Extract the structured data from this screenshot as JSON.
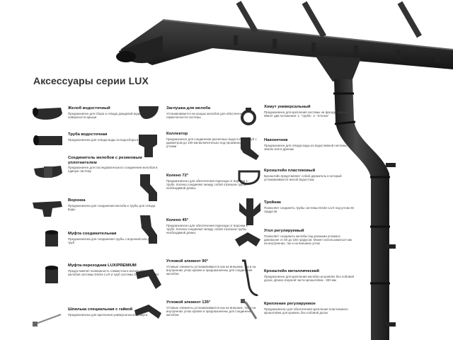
{
  "title": "Аксессуары серии LUX",
  "colors": {
    "product": "#2b2b2b",
    "highlight": "#555555",
    "text": "#222222"
  },
  "col1": [
    {
      "name": "Желоб водосточный",
      "desc": "Предназначен для сбора и отвода дождевой воды с поверхности крыши",
      "icon": "gutter-icon"
    },
    {
      "name": "Труба водосточная",
      "desc": "Предназначена для отвода воды из водосбора в водосток",
      "icon": "downpipe-icon"
    },
    {
      "name": "Соединитель желобов с резиновым уплотнителем",
      "desc": "Предназначен для последовательного соединения желобов в единую систему",
      "icon": "gutter-connector-icon"
    },
    {
      "name": "Воронка",
      "desc": "Предназначена для соединения желоба и трубы для отвода воды",
      "icon": "funnel-icon"
    },
    {
      "name": "Муфта соединительная",
      "desc": "Предназначена для соединения трубы с воронкой или двух труб",
      "icon": "pipe-coupling-icon"
    },
    {
      "name": "Муфта-переходник LUX/PREMIUM",
      "desc": "Предоставляет возможность совместного использования желобов системы Döcke LUX и труб системы Döcke PREMIUM",
      "icon": "adapter-coupling-icon"
    },
    {
      "name": "Шпилька специальная с гайкой",
      "desc": "Предназначена для крепления универсального хомута",
      "icon": "stud-icon"
    }
  ],
  "col2": [
    {
      "name": "Заглушка для желоба",
      "desc": "Устанавливается на концах желобов для обеспечения герметичности системы",
      "icon": "end-cap-icon"
    },
    {
      "name": "Коллектор",
      "desc": "Предназначен для соединения различных водосточных труб с диаметром до 100 мм включительно под произвольными углами",
      "icon": "collector-icon"
    },
    {
      "name": "Колено 72°",
      "desc": "Предназначено для обеспечения перехода от воронки к трубе. Колена соединяют между собой отрезком трубы необходимой длины",
      "icon": "elbow-72-icon"
    },
    {
      "name": "Колено 45°",
      "desc": "Предназначено для обеспечения перехода от воронки к трубе. Колена соединяют между собой отрезком трубы необходимой длины",
      "icon": "elbow-45-icon"
    },
    {
      "name": "Угловой элемент 90°",
      "desc": "Угловые элементы устанавливаются как на внешних, так и на внутренних углах кровли и предназначены для соединения желобов",
      "icon": "corner-90-icon"
    },
    {
      "name": "Угловой элемент 135°",
      "desc": "Угловые элементы устанавливаются как на внешних, так и на внутренних углах кровли и предназначены для соединения желобов",
      "icon": "corner-135-icon"
    }
  ],
  "col3": [
    {
      "name": "Хомут универсальный",
      "desc": "Предназначен для крепления системы на фасаде здания. Имеет два положения: 1. \"труба\", 2. \"ёлочка\"",
      "icon": "pipe-clamp-icon"
    },
    {
      "name": "Наконечник",
      "desc": "Предназначен для отвода воды из водосливной системы на землю или в дренаж",
      "icon": "spout-icon"
    },
    {
      "name": "Кронштейн пластиковый",
      "desc": "Кронштейн представляет собой держатель в который устанавливается желоб водостока.",
      "icon": "plastic-bracket-icon"
    },
    {
      "name": "Тройник",
      "desc": "Позволяет соединять трубы системы Döcke LUX под углом 45 градусов",
      "icon": "tee-icon"
    },
    {
      "name": "Угол регулируемый",
      "desc": "Позволяет соединить желобы под разными углами в диапазоне от 60 до 160 градусов. Может использоваться как на внутренних, так и на внешних углах",
      "icon": "adjustable-angle-icon"
    },
    {
      "name": "Кронштейн металлический",
      "desc": "Предназначен для крепления желоба на кровлях без лобовой доски. Длина опорной части кронштейна - 300 мм",
      "icon": "metal-bracket-icon"
    },
    {
      "name": "Крепление регулируемое",
      "desc": "Предназначено для обеспечения крепления пластикового кронштейна для кровель без лобовой доски",
      "icon": "adjustable-mount-icon"
    }
  ]
}
